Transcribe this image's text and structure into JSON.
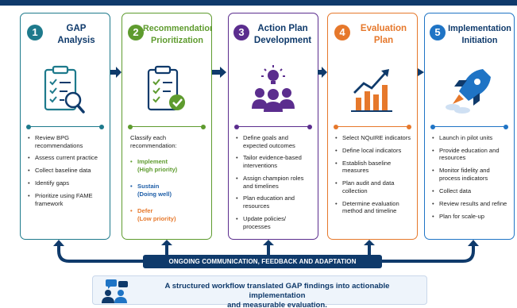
{
  "colors": {
    "navy": "#0f3a6b",
    "step1": "#1e7a8c",
    "step2": "#5e9b2e",
    "step3": "#5b2d8e",
    "step4": "#e6782b",
    "step5": "#1f74c5"
  },
  "steps": [
    {
      "number": "1",
      "title_line1": "GAP",
      "title_line2": "Analysis",
      "icon": "clipboard-magnifier-icon",
      "items": [
        "Review BPG recommendations",
        "Assess current practice",
        "Collect baseline data",
        "Identify gaps",
        "Prioritize using FAME framework"
      ]
    },
    {
      "number": "2",
      "title_line1": "Recommendation",
      "title_line2": "Prioritization",
      "icon": "checklist-approved-icon",
      "intro": "Classify each recommendation:",
      "options": [
        {
          "label_line1": "Implement",
          "label_line2": "(High priority)"
        },
        {
          "label_line1": "Sustain",
          "label_line2": "(Doing well)"
        },
        {
          "label_line1": "Defer",
          "label_line2": "(Low priority)"
        }
      ]
    },
    {
      "number": "3",
      "title_line1": "Action Plan",
      "title_line2": "Development",
      "icon": "team-lightbulb-icon",
      "items": [
        "Define goals and expected outcomes",
        "Tailor evidence-based interventions",
        "Assign champion roles and timelines",
        "Plan education and resources",
        "Update policies/ processes"
      ]
    },
    {
      "number": "4",
      "title_line1": "Evaluation",
      "title_line2": "Plan",
      "icon": "growth-chart-icon",
      "items": [
        "Select NQuIRE indicators",
        "Define local indicators",
        "Establish baseline measures",
        "Plan audit and data collection",
        "Determine evaluation method and timeline"
      ]
    },
    {
      "number": "5",
      "title_line1": "Implementation",
      "title_line2": "Initiation",
      "icon": "rocket-icon",
      "items": [
        "Launch in pilot units",
        "Provide education and resources",
        "Monitor fidelity and process indicators",
        "Collect data",
        "Review results and refine",
        "Plan for scale-up"
      ]
    }
  ],
  "feedback_label": "ONGOING COMMUNICATION, FEEDBACK AND ADAPTATION",
  "summary": {
    "line1": "A structured workflow translated GAP findings into actionable implementation",
    "line2": "and measurable evaluation.",
    "icon": "people-chat-icon"
  }
}
